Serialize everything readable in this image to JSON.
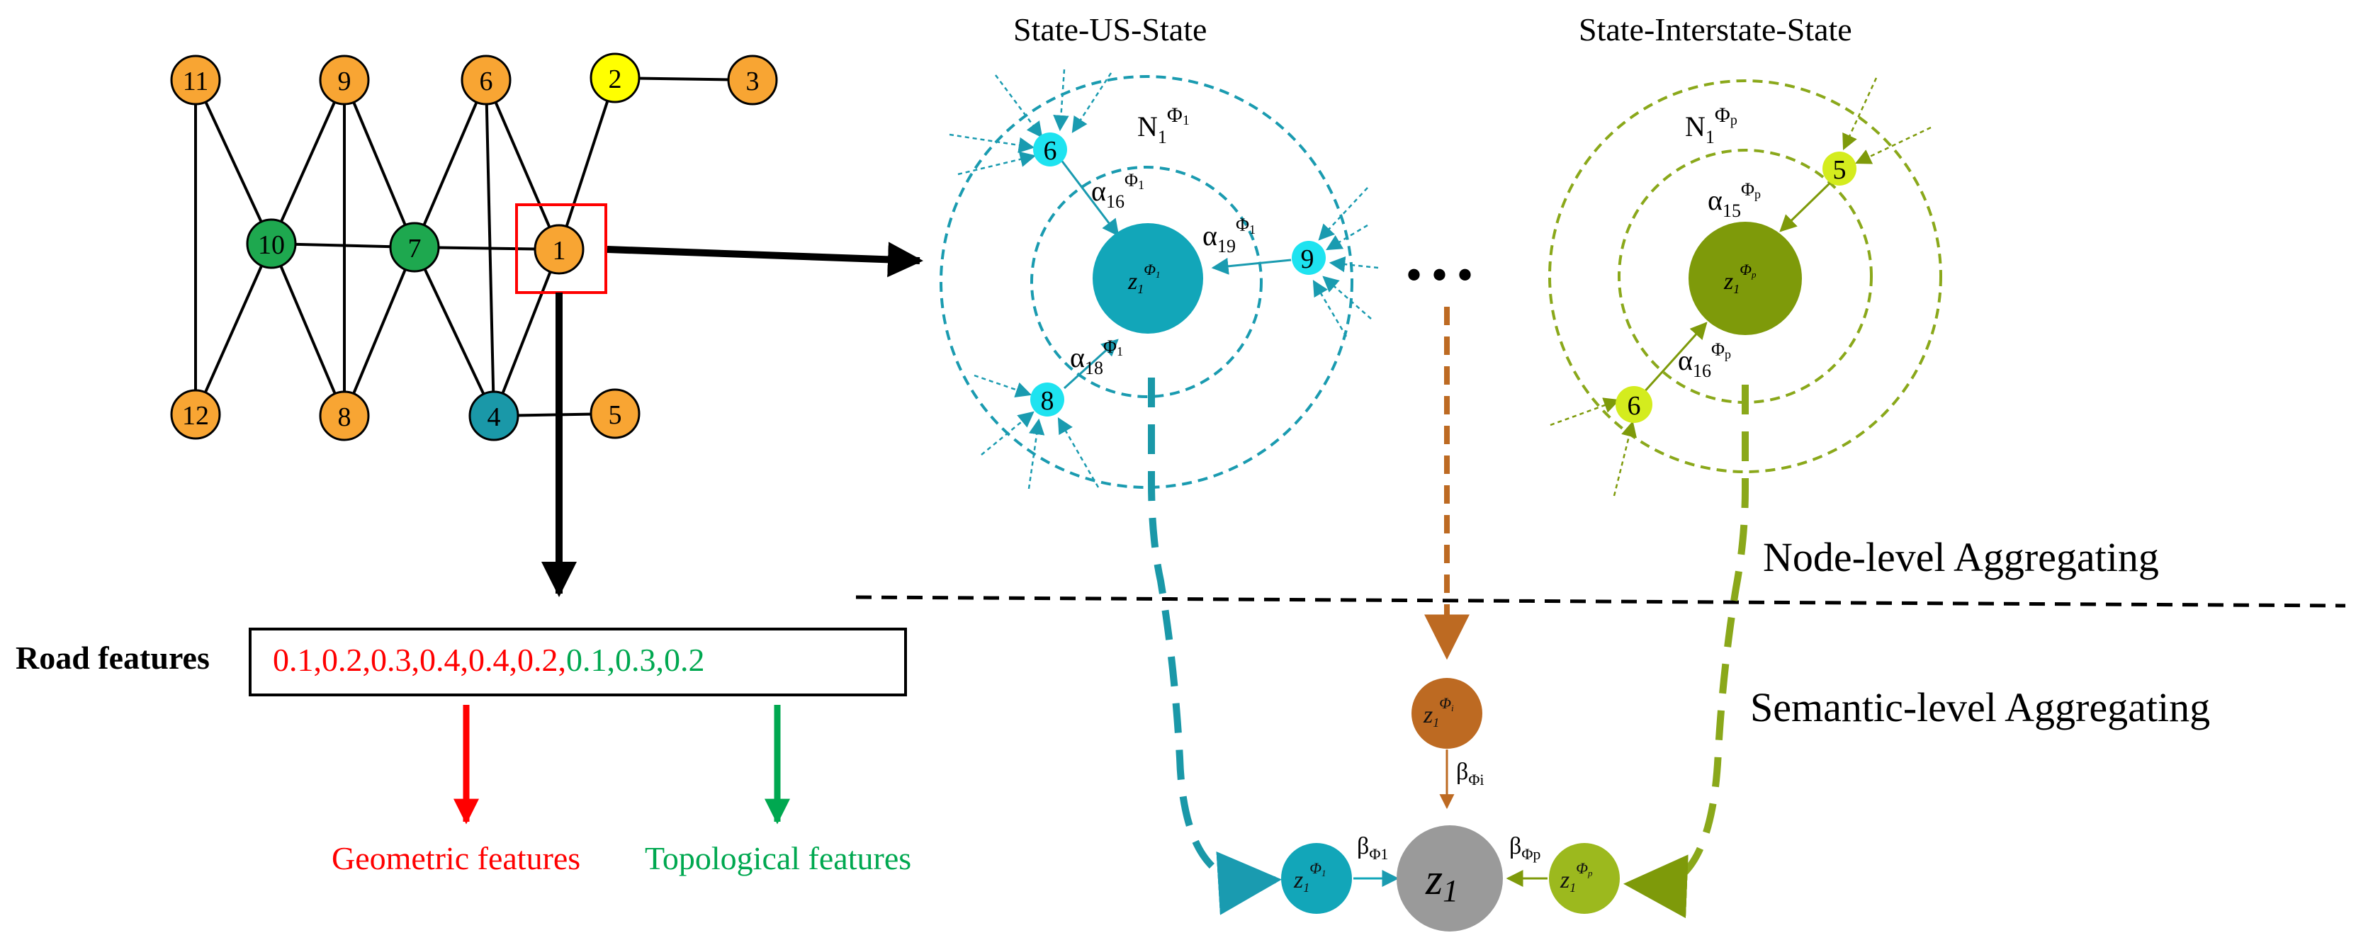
{
  "graph": {
    "nodes": [
      {
        "id": "11",
        "label": "11",
        "color": "#f8a533"
      },
      {
        "id": "9",
        "label": "9",
        "color": "#f8a533"
      },
      {
        "id": "6",
        "label": "6",
        "color": "#f8a533"
      },
      {
        "id": "2",
        "label": "2",
        "color": "#ffff00"
      },
      {
        "id": "3",
        "label": "3",
        "color": "#f8a533"
      },
      {
        "id": "10",
        "label": "10",
        "color": "#1ea84f"
      },
      {
        "id": "7",
        "label": "7",
        "color": "#1ea84f"
      },
      {
        "id": "1",
        "label": "1",
        "color": "#f8a533"
      },
      {
        "id": "12",
        "label": "12",
        "color": "#f8a533"
      },
      {
        "id": "8",
        "label": "8",
        "color": "#f8a533"
      },
      {
        "id": "4",
        "label": "4",
        "color": "#1a98a8"
      },
      {
        "id": "5",
        "label": "5",
        "color": "#f8a533"
      }
    ],
    "edges": [
      [
        "11",
        "10"
      ],
      [
        "11",
        "12"
      ],
      [
        "10",
        "12"
      ],
      [
        "10",
        "9"
      ],
      [
        "10",
        "8"
      ],
      [
        "10",
        "7"
      ],
      [
        "9",
        "7"
      ],
      [
        "9",
        "8"
      ],
      [
        "7",
        "8"
      ],
      [
        "7",
        "6"
      ],
      [
        "7",
        "4"
      ],
      [
        "7",
        "1"
      ],
      [
        "6",
        "4"
      ],
      [
        "6",
        "1"
      ],
      [
        "1",
        "2"
      ],
      [
        "1",
        "4"
      ],
      [
        "2",
        "3"
      ],
      [
        "4",
        "5"
      ]
    ]
  },
  "meta_paths": {
    "left_title": "State-US-State",
    "right_title": "State-Interstate-State",
    "ellipsis": "• • •"
  },
  "road": {
    "label": "Road features",
    "red_values": "0.1,0.2,0.3,0.4,0.4,0.2,",
    "green_values": "0.1,0.3,0.2",
    "geometric_label": "Geometric features",
    "topological_label": "Topological features"
  },
  "levels": {
    "node_level": "Node-level Aggregating",
    "semantic_level": "Semantic-level Aggregating"
  },
  "colors": {
    "orange": "#f8a533",
    "green": "#1ea84f",
    "teal": "#1a98a8",
    "yellow": "#ffff00",
    "cyan": "#1ec8e6",
    "cyan_dark": "#1a9bb0",
    "olive": "#7e9a0a",
    "olive_light": "#9cb91e",
    "lime": "#d4ec1e",
    "brown": "#bd6a22",
    "grey": "#9a9a9a",
    "red": "#ff0000",
    "feature_green": "#00a850"
  }
}
